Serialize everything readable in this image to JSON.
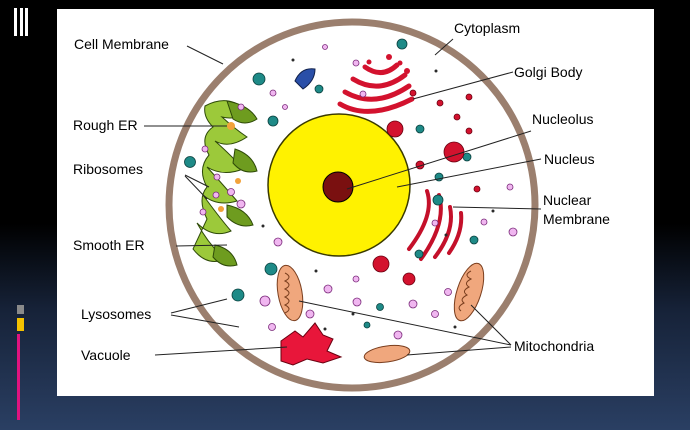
{
  "diagram": {
    "labels": {
      "cell_membrane": "Cell Membrane",
      "cytoplasm": "Cytoplasm",
      "golgi_body": "Golgi Body",
      "rough_er": "Rough ER",
      "nucleolus": "Nucleolus",
      "ribosomes": "Ribosomes",
      "nucleus": "Nucleus",
      "nuclear_membrane_line1": "Nuclear",
      "nuclear_membrane_line2": "Membrane",
      "smooth_er": "Smooth ER",
      "lysosomes": "Lysosomes",
      "vacuole": "Vacuole",
      "mitochondria": "Mitochondria"
    }
  },
  "colors": {
    "background_top": "#000000",
    "background_bottom": "#2a3f63",
    "card": "#ffffff",
    "membrane": "#9b7f6e",
    "nucleus": "#fff200",
    "nucleolus": "#7a1010",
    "golgi": "#d3122e",
    "rough_er": "#9cc93a",
    "smooth_er": "#6e9c1f",
    "mitochondria": "#f0a77d",
    "vacuole": "#e8163a",
    "teal_vesicle": "#1e8a87",
    "lysosome_pink": "#f0b6f0",
    "accent_magenta": "#e0137f",
    "accent_yellow": "#f4c200",
    "accent_gray": "#8a8a8a"
  }
}
